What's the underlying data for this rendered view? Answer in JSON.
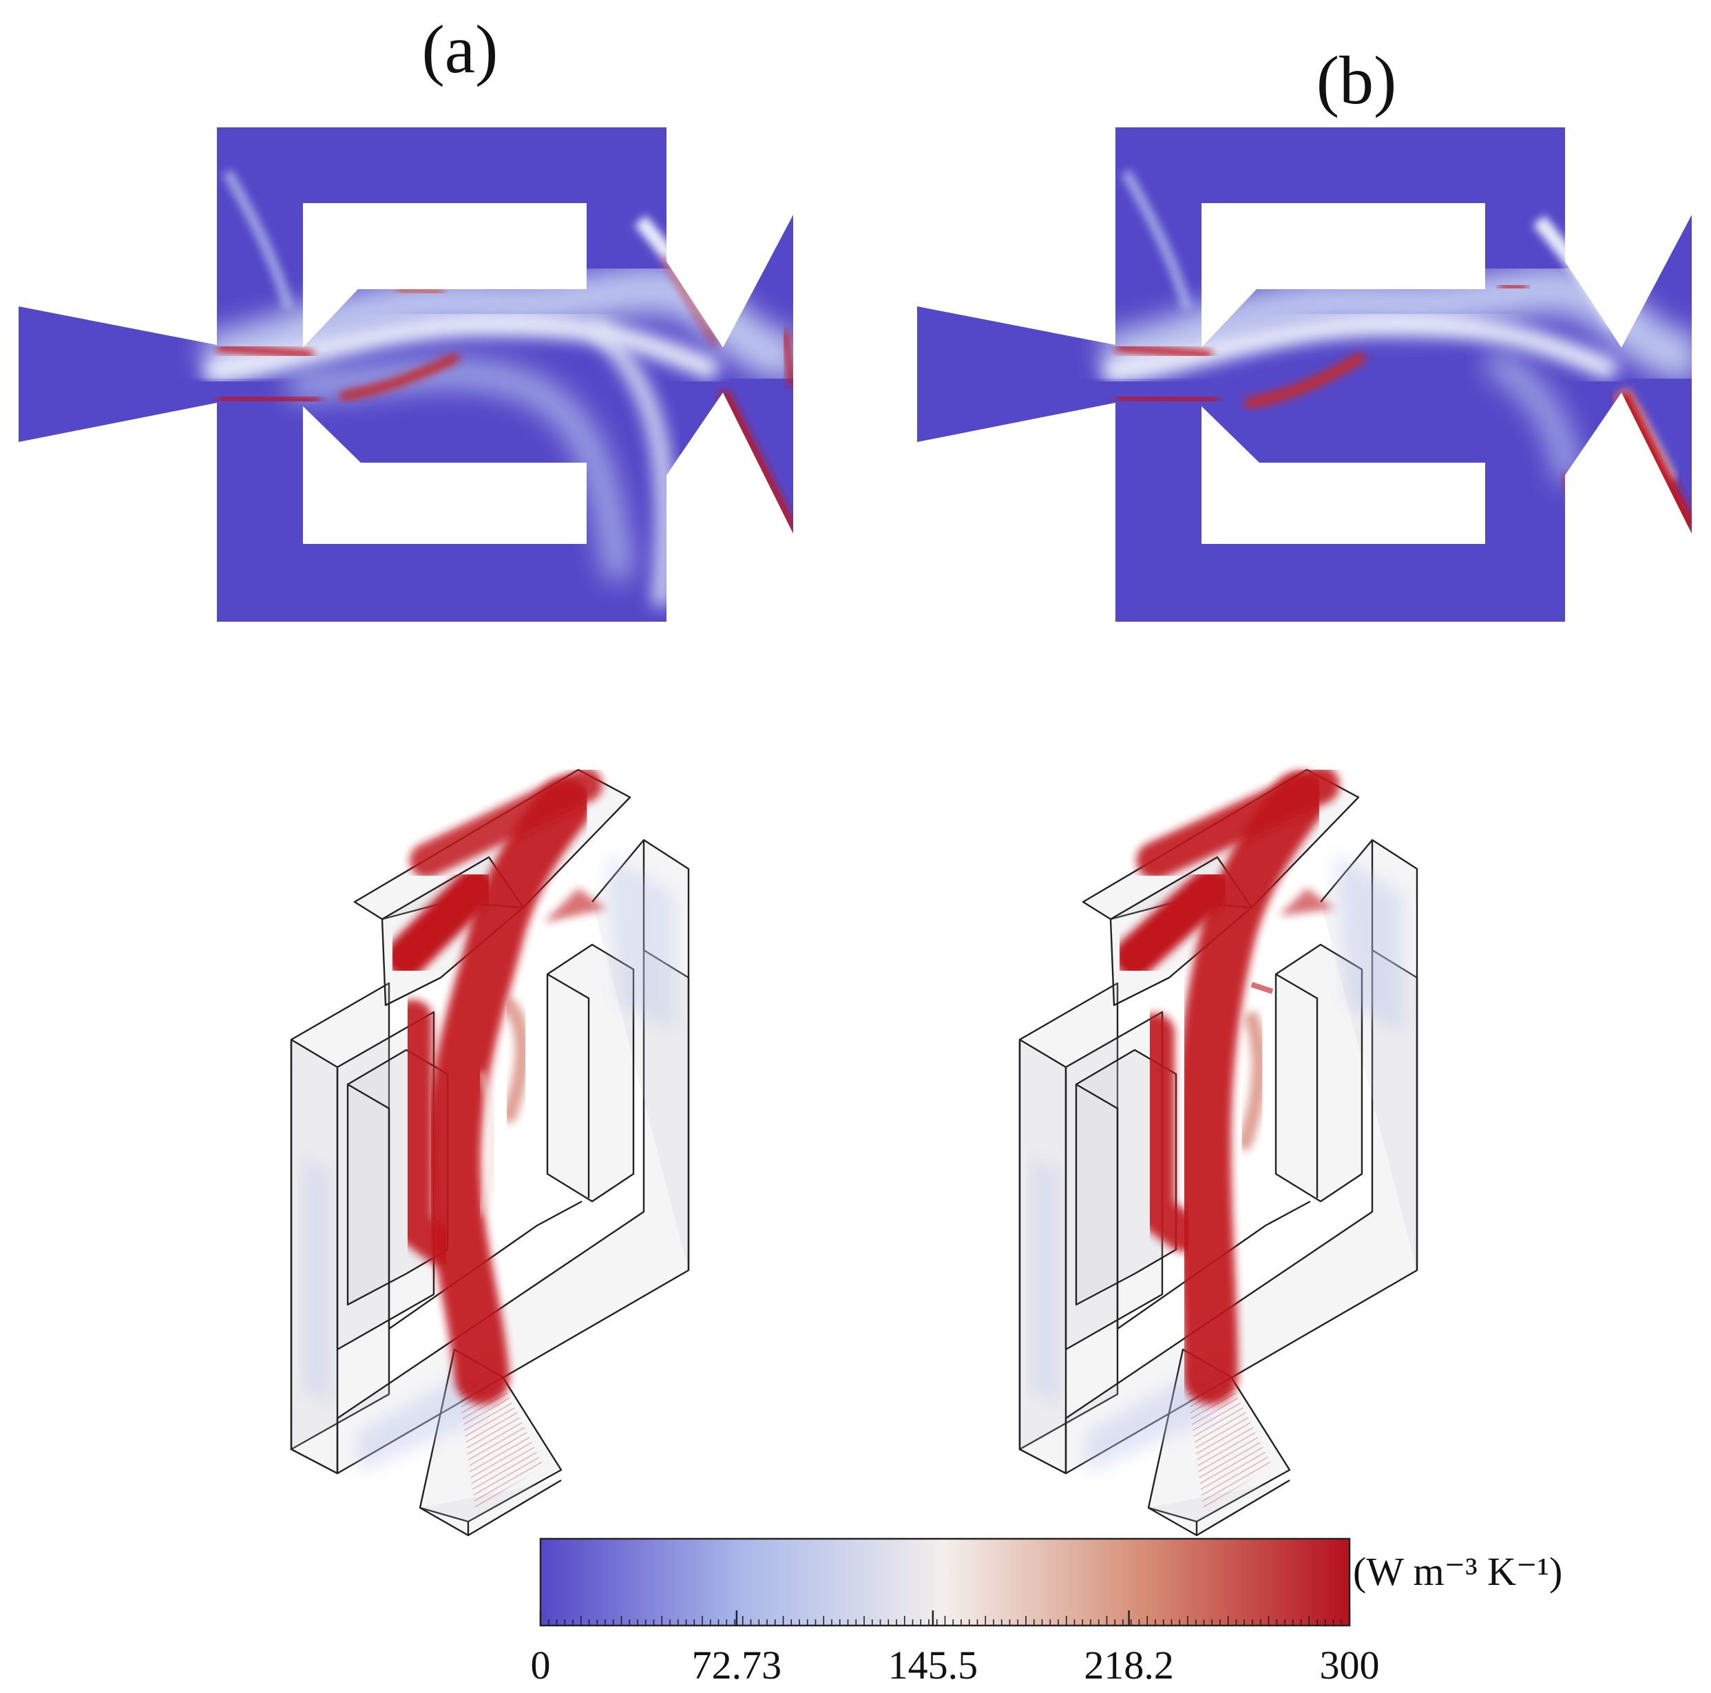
{
  "panels": [
    {
      "label": "(a)"
    },
    {
      "label": "(b)"
    }
  ],
  "colorbar": {
    "ticks": [
      "0",
      "72.73",
      "145.5",
      "218.2",
      "300"
    ],
    "tick_values": [
      0,
      72.73,
      145.5,
      218.2,
      300
    ],
    "min": 0,
    "max": 300,
    "unit": "(W m⁻³ K⁻¹)",
    "colors": [
      "#5548c8",
      "#b9c6ec",
      "#f3efec",
      "#d28a74",
      "#b5101f"
    ]
  },
  "colors": {
    "low": "#5548c8",
    "high": "#c0121d",
    "mid": "#dfe4f5",
    "outline": "#222222"
  }
}
